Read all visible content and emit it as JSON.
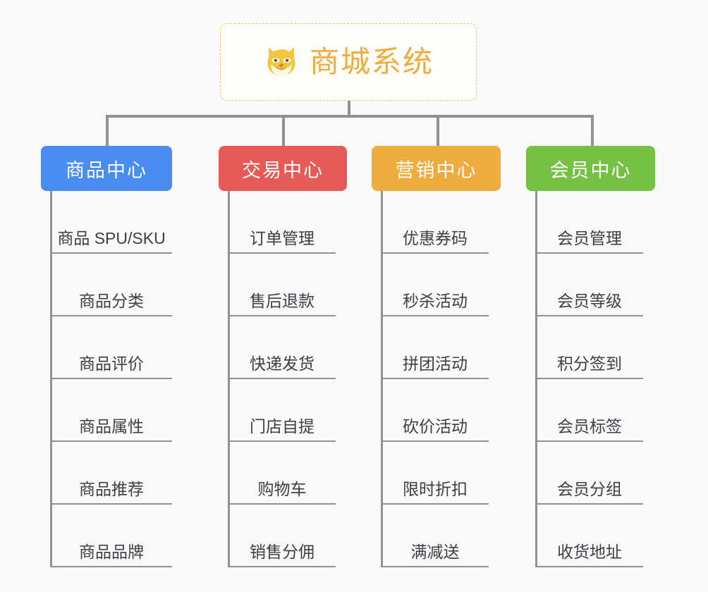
{
  "canvas": {
    "background": "#f9f9f9",
    "connector_color": "#919191"
  },
  "root": {
    "title": "商城系统",
    "icon": "shiba-dog-face-icon",
    "border_color": "#f0c070",
    "text_color": "#f0ad3e"
  },
  "branches": [
    {
      "title": "商品中心",
      "color": "#4a8df0",
      "items": [
        "商品 SPU/SKU",
        "商品分类",
        "商品评价",
        "商品属性",
        "商品推荐",
        "商品品牌"
      ]
    },
    {
      "title": "交易中心",
      "color": "#e55b58",
      "items": [
        "订单管理",
        "售后退款",
        "快递发货",
        "门店自提",
        "购物车",
        "销售分佣"
      ]
    },
    {
      "title": "营销中心",
      "color": "#eeab3e",
      "items": [
        "优惠券码",
        "秒杀活动",
        "拼团活动",
        "砍价活动",
        "限时折扣",
        "满减送"
      ]
    },
    {
      "title": "会员中心",
      "color": "#76c043",
      "items": [
        "会员管理",
        "会员等级",
        "积分签到",
        "会员标签",
        "会员分组",
        "收货地址"
      ]
    }
  ]
}
